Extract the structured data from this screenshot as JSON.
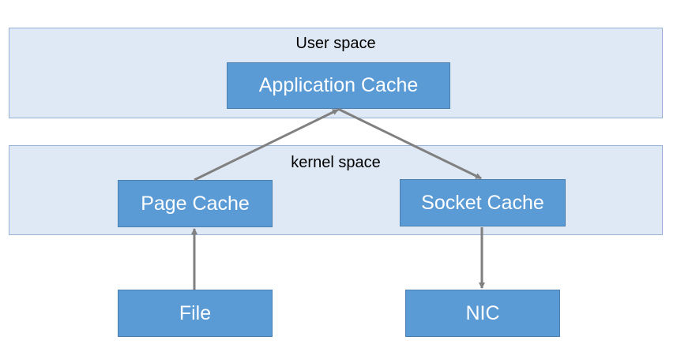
{
  "layers": {
    "user_space": "User space",
    "kernel_space": "kernel space"
  },
  "nodes": {
    "application_cache": "Application Cache",
    "page_cache": "Page Cache",
    "socket_cache": "Socket Cache",
    "file": "File",
    "nic": "NIC"
  },
  "colors": {
    "layer_fill": "#dfe9f5",
    "layer_border": "#97b2d2",
    "box_fill": "#5b9bd5",
    "arrow": "#808080"
  }
}
